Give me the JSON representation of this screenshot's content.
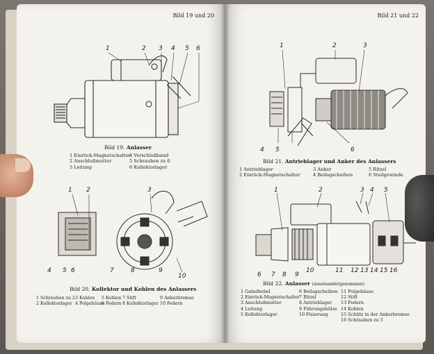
{
  "left_page": {
    "header": "Bild 19 und 20",
    "fig19": {
      "labels": [
        "1",
        "2",
        "3",
        "4",
        "5",
        "6"
      ],
      "caption_prefix": "Bild 19.",
      "caption_title": "Anlasser",
      "legend": [
        [
          "1 Einrück-Magnetschalter",
          "4 Verschlußband"
        ],
        [
          "2 Anschlußmutter",
          "5 Schrauben zu 6"
        ],
        [
          "3 Leitung",
          "6 Kollektorlager"
        ]
      ]
    },
    "fig20": {
      "labels": [
        "1",
        "2",
        "3",
        "4",
        "5",
        "6",
        "7",
        "8",
        "9",
        "10"
      ],
      "caption_prefix": "Bild 20.",
      "caption_title": "Kollektor und Kohlen des Anlassers",
      "legend": [
        [
          "1 Schrauben zu 2",
          "3 Kohlen",
          "5 Kohlen",
          "7 Stift",
          "9 Ankerbremse"
        ],
        [
          "2 Kollektorlager",
          "4 Polgehäuse",
          "6 Federn",
          "8 Kollektorlager",
          "10 Federn"
        ]
      ]
    }
  },
  "right_page": {
    "header": "Bild 21 und 22",
    "fig21": {
      "labels": [
        "1",
        "2",
        "3",
        "4",
        "5",
        "6"
      ],
      "caption_prefix": "Bild 21.",
      "caption_title": "Antrieblager und Anker des Anlassers",
      "legend": [
        [
          "1 Antrieblager",
          "3 Anker",
          "5 Ritzel"
        ],
        [
          "2 Einrück-Magnetschalter",
          "4 Beilagscheiben",
          "6 Steilgewinde"
        ]
      ]
    },
    "fig22": {
      "labels": [
        "1",
        "2",
        "3",
        "4",
        "5",
        "6",
        "7",
        "8",
        "9",
        "10",
        "11",
        "12",
        "13",
        "14",
        "15",
        "16"
      ],
      "caption_prefix": "Bild 22.",
      "caption_title": "Anlasser",
      "caption_note": "(auseinandergenommen)",
      "legend": [
        [
          "1 Gabelhebel",
          "6 Beilagscheiben",
          "11 Polgehäuse"
        ],
        [
          "2 Einrück-Magnetschalter",
          "7 Ritzel",
          "12 Stift"
        ],
        [
          "3 Anschlußmutter",
          "8 Antrieblager",
          "13 Federn"
        ],
        [
          "4 Leitung",
          "9 Führungshülse",
          "14 Kohlen"
        ],
        [
          "5 Kollektorlager",
          "10 Fixierung",
          "15 Schlitz in der Ankerbremse"
        ],
        [
          "",
          "",
          "16 Schrauben zu 5"
        ]
      ]
    }
  },
  "colors": {
    "paper": "#f4f2ec",
    "ink": "#1a1a1a",
    "line": "#2b2b2b"
  }
}
